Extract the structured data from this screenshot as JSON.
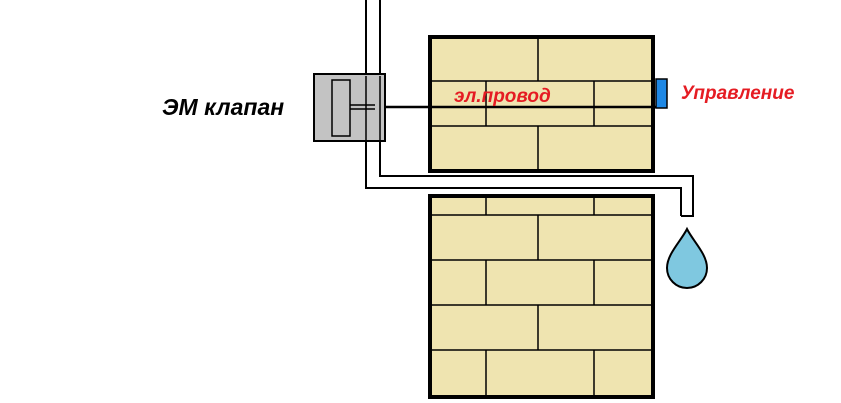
{
  "labels": {
    "valve": "ЭМ клапан",
    "wire": "эл.провод",
    "control": "Управление"
  },
  "colors": {
    "brick_fill": "#efe4b0",
    "brick_line": "#000000",
    "valve_fill": "#c3c3c3",
    "label_red": "#e51c23",
    "control_box": "#1e88e5",
    "water_drop": "#7fc8e0"
  },
  "icons": {
    "drop": "water-drop-icon",
    "control": "control-box-icon"
  }
}
